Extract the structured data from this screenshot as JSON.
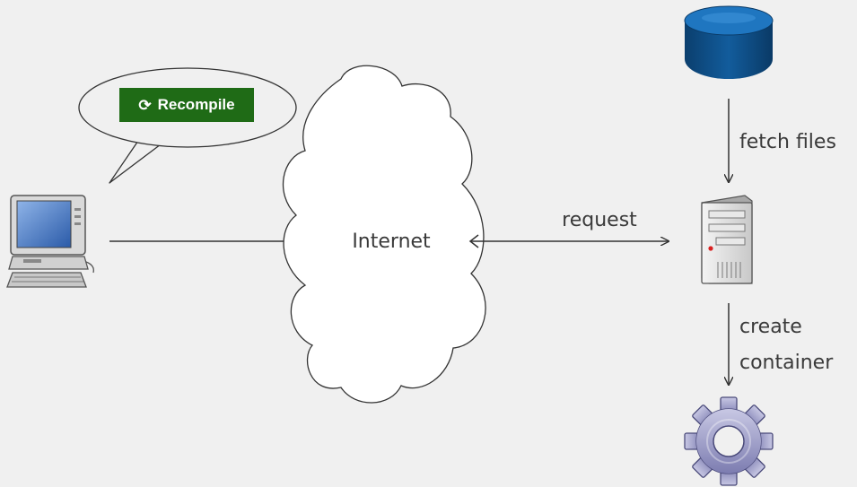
{
  "recompile_button": {
    "icon": "refresh-icon",
    "label": "Recompile"
  },
  "cloud": {
    "label": "Internet"
  },
  "edges": {
    "request": "request",
    "fetch": "fetch files",
    "create_line1": "create",
    "create_line2": "container"
  },
  "nodes": {
    "client": "desktop-computer-icon",
    "database": "database-icon",
    "server": "server-icon",
    "container": "gear-icon"
  },
  "colors": {
    "background": "#f0f0f0",
    "button": "#1f6b16",
    "database": "#0d4f86",
    "gear": "#9a9ac2",
    "line": "#333333"
  }
}
